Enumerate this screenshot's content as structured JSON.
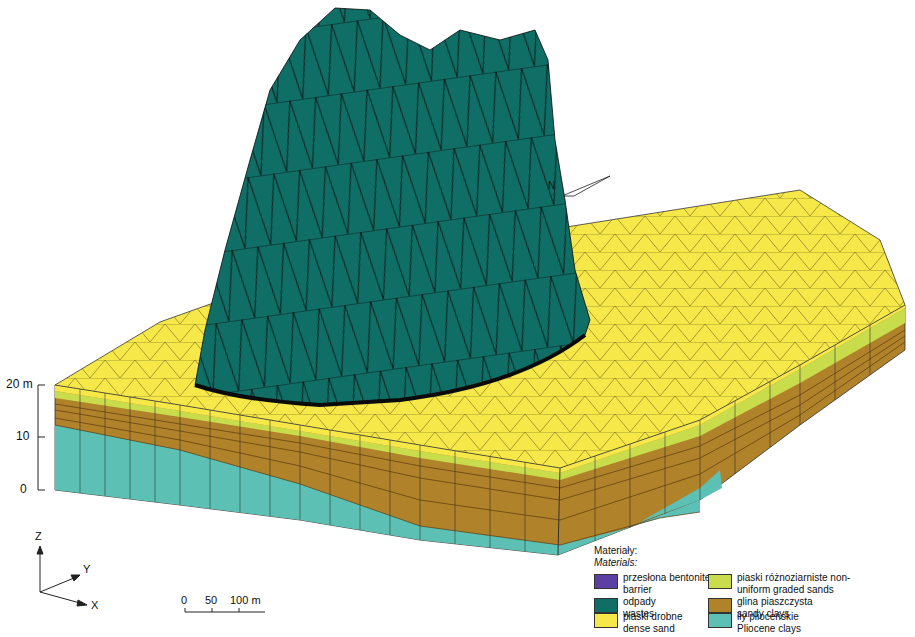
{
  "diagram": {
    "labels": [
      "20 m",
      "10",
      "0",
      "Z",
      "Y",
      "X",
      "0",
      "50",
      "100 m",
      "N",
      "Materiały:",
      "Materials:"
    ],
    "legend": [
      {
        "text": "przesłona bentonite barrier",
        "color": "#5b3fa3"
      },
      {
        "text": "odpady wastes",
        "color": "#0f6e66"
      },
      {
        "text": "piaski drobne dense sand",
        "color": "#f7e84a"
      },
      {
        "text": "piaski różnoziarniste non-uniform graded sands",
        "color": "#c9dc4c"
      },
      {
        "text": "glina piaszczysta sandy clays",
        "color": "#b0822a"
      },
      {
        "text": "iły plioceńskie Pliocene clays",
        "color": "#5cc0b4"
      }
    ]
  }
}
